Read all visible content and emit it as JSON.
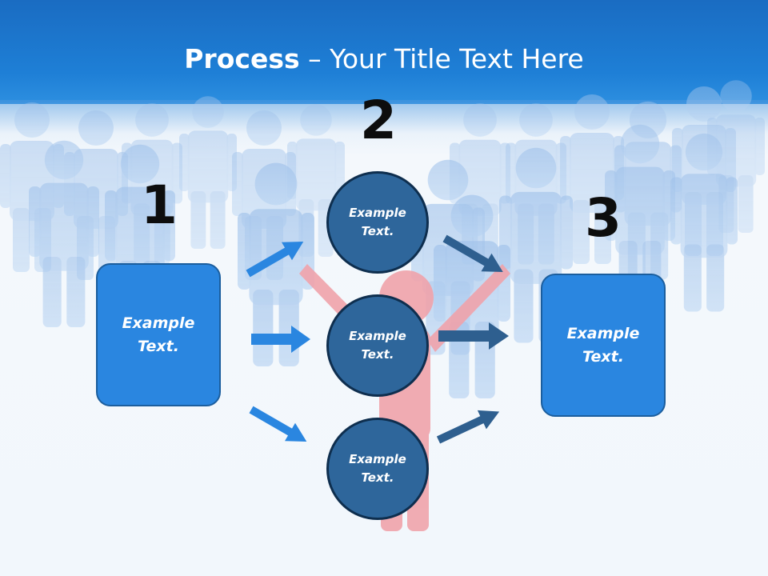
{
  "title": {
    "bold": "Process",
    "rest": " – Your Title Text Here"
  },
  "steps": [
    {
      "number": "1",
      "text": "Example Text."
    },
    {
      "number": "2",
      "text": "Example Text."
    },
    {
      "number": "3",
      "text": "Example Text."
    }
  ],
  "circles": [
    {
      "text": "Example Text."
    },
    {
      "text": "Example Text."
    },
    {
      "text": "Example Text."
    }
  ],
  "colors": {
    "header": "#1e7fd6",
    "box_fill": "#2a86e0",
    "circle_fill": "#2e669b",
    "arrow_light": "#2a86e0",
    "arrow_dark": "#2e5f8f",
    "crowd": "#a9c8ee",
    "center_figure": "#f0a0a8"
  }
}
